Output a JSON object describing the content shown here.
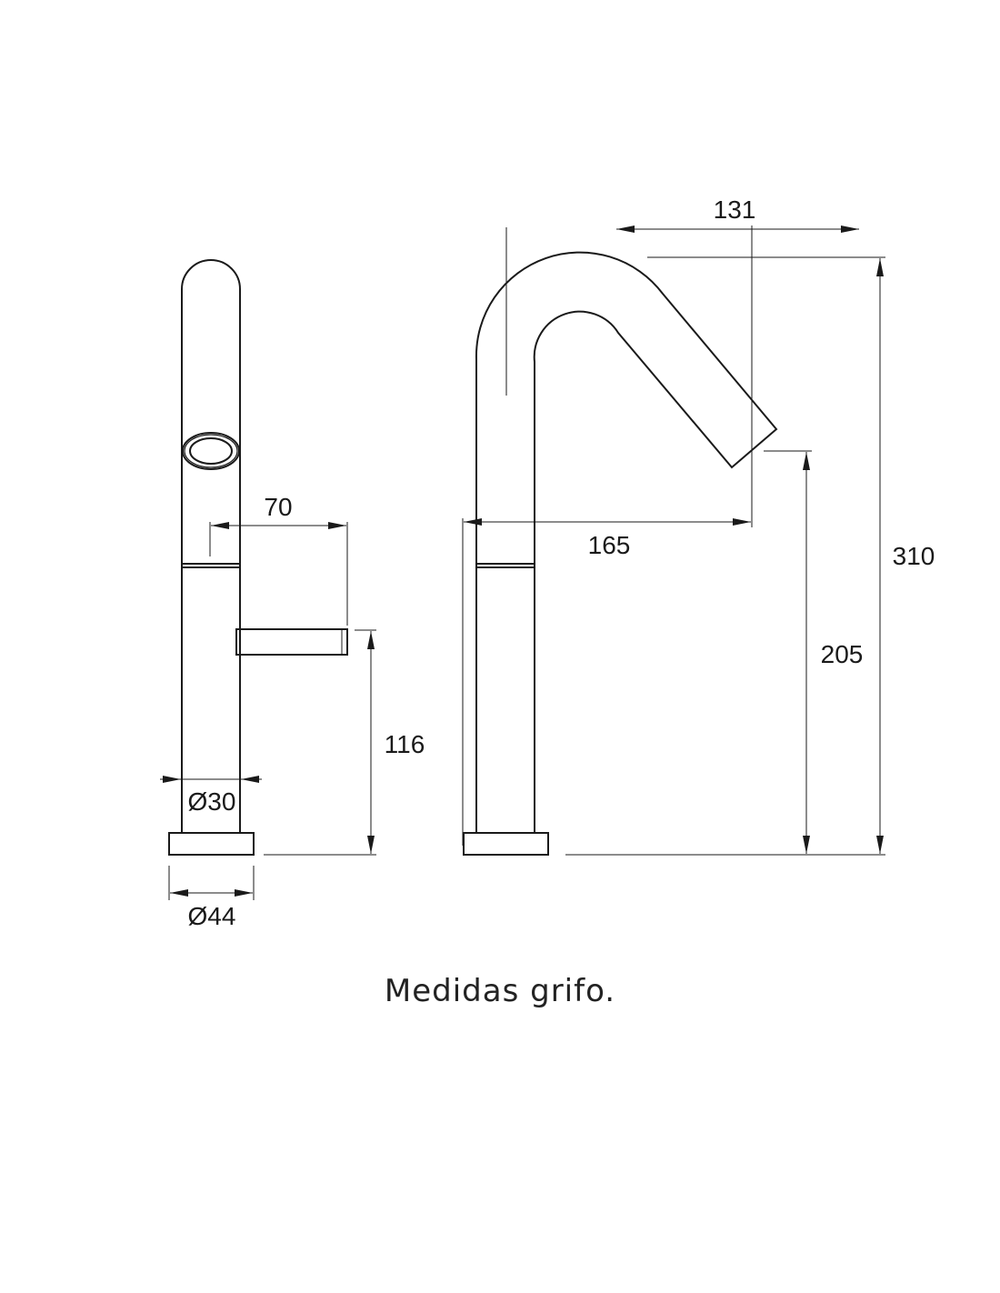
{
  "dimensions": {
    "lever_reach": "70",
    "lever_height": "116",
    "body_diameter": "Ø30",
    "base_diameter": "Ø44",
    "spout_projection": "131",
    "spout_reach": "165",
    "spout_outlet_height": "205",
    "total_height": "310"
  },
  "caption": "Medidas grifo."
}
